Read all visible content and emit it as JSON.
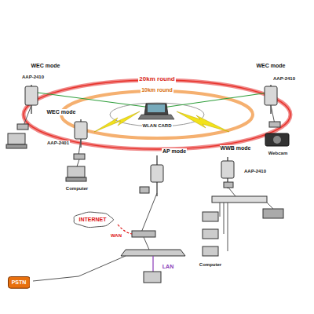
{
  "diagram": {
    "nodes": [
      {
        "text": [
          "INTERNET"
        ]
      },
      {
        "text": [
          "PSTN"
        ]
      }
    ],
    "labels": [
      "20km round",
      "10km round",
      "WLAN CARD",
      "WEC mode",
      "AAP-2410",
      "WEC mode",
      "AAP-2410",
      "WEC mode",
      "AAP-2401",
      "AP mode",
      "WWB mode",
      "AAP-2410",
      "Webcam",
      "Computer",
      "Computer",
      "WAN",
      "LAN"
    ]
  }
}
